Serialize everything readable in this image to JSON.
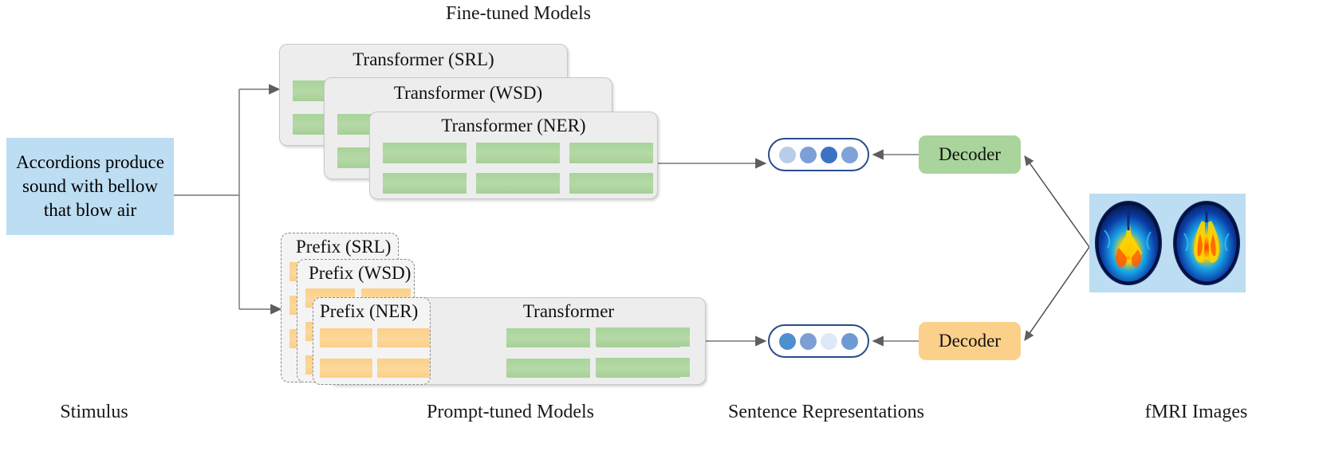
{
  "figure": {
    "section_titles": {
      "fine_tuned": "Fine-tuned Models",
      "prompt_tuned": "Prompt-tuned Models"
    },
    "bottom_captions": {
      "stimulus": "Stimulus",
      "sentence_representations": "Sentence Representations",
      "fmri": "fMRI Images"
    }
  },
  "stimulus": {
    "text": "Accordions produce sound with bellow that blow air",
    "color": "#bdddf2"
  },
  "fine_tuned_models": {
    "cards": [
      {
        "title": "Transformer (SRL)",
        "block_color": "#a9d49b"
      },
      {
        "title": "Transformer (WSD)",
        "block_color": "#a9d49b"
      },
      {
        "title": "Transformer (NER)",
        "block_color": "#a9d49b"
      }
    ]
  },
  "prompt_tuned_models": {
    "prefix_cards": [
      {
        "title": "Prefix (SRL)",
        "block_color": "#fbd08a"
      },
      {
        "title": "Prefix (WSD)",
        "block_color": "#fbd08a"
      },
      {
        "title": "Prefix (NER)",
        "block_color": "#fbd08a"
      }
    ],
    "transformer": {
      "title": "Transformer",
      "block_color": "#a9d49b"
    }
  },
  "sentence_representations": [
    {
      "name": "top-representation",
      "dots": [
        "#b7cdea",
        "#7d9fd6",
        "#3b73c4",
        "#7fa2d8"
      ]
    },
    {
      "name": "bottom-representation",
      "dots": [
        "#4e8fd0",
        "#7d9fd6",
        "#dfe8f6",
        "#6f9bd5"
      ]
    }
  ],
  "decoders": [
    {
      "label": "Decoder",
      "color": "#a9d49b",
      "variant": "green"
    },
    {
      "label": "Decoder",
      "color": "#fbd08a",
      "variant": "orange"
    }
  ],
  "fmri": {
    "panel_color": "#bdddf2",
    "scan_count": 2
  },
  "accents": {
    "arrow": "#6e6e6e",
    "capsule_border": "#2a4b8d",
    "card_bg": "#ededed",
    "card_border": "#c8c8c8",
    "dashed_border": "#8a8a8a"
  }
}
